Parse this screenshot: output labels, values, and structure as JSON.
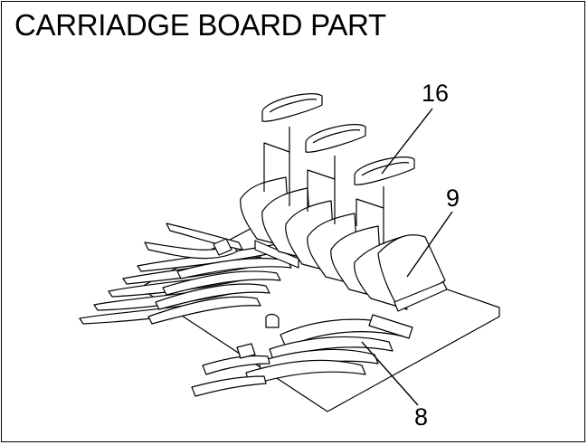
{
  "title": "CARRIADGE BOARD PART",
  "callouts": [
    {
      "id": "16"
    },
    {
      "id": "9"
    },
    {
      "id": "8"
    }
  ],
  "colors": {
    "line": "#000000",
    "background": "#ffffff"
  }
}
